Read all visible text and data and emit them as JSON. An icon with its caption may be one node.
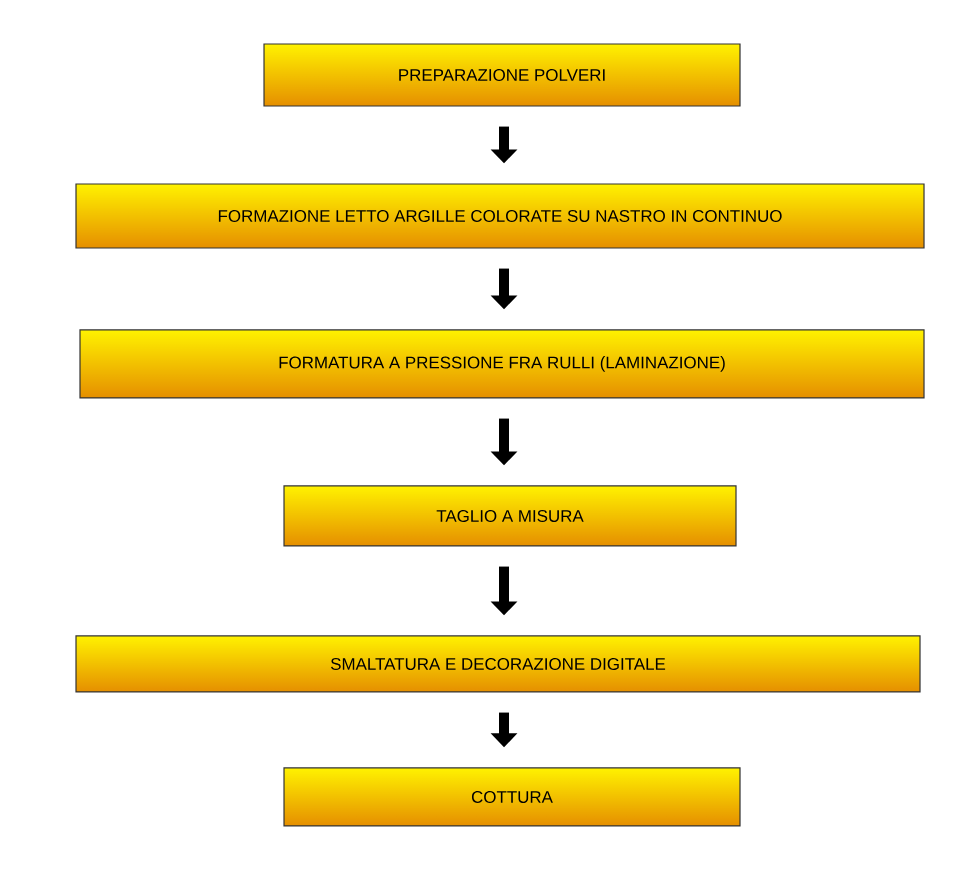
{
  "diagram": {
    "nodes": [
      {
        "text": [
          "PREPARAZIONE POLVERI"
        ]
      },
      {
        "text": [
          "FORMAZIONE LETTO ARGILLE COLORATE SU NASTRO IN CONTINUO"
        ]
      },
      {
        "text": [
          "FORMATURA A PRESSIONE FRA RULLI (LAMINAZIONE)"
        ]
      },
      {
        "text": [
          "TAGLIO A MISURA"
        ]
      },
      {
        "text": [
          "SMALTATURA E DECORAZIONE DIGITALE"
        ]
      },
      {
        "text": [
          "COTTURA"
        ]
      }
    ],
    "edges": [
      {
        "from": 0,
        "to": 1,
        "arrow": "to"
      },
      {
        "from": 1,
        "to": 2,
        "arrow": "to"
      },
      {
        "from": 2,
        "to": 3,
        "arrow": "to"
      },
      {
        "from": 3,
        "to": 4,
        "arrow": "to"
      },
      {
        "from": 4,
        "to": 5,
        "arrow": "to"
      }
    ]
  }
}
